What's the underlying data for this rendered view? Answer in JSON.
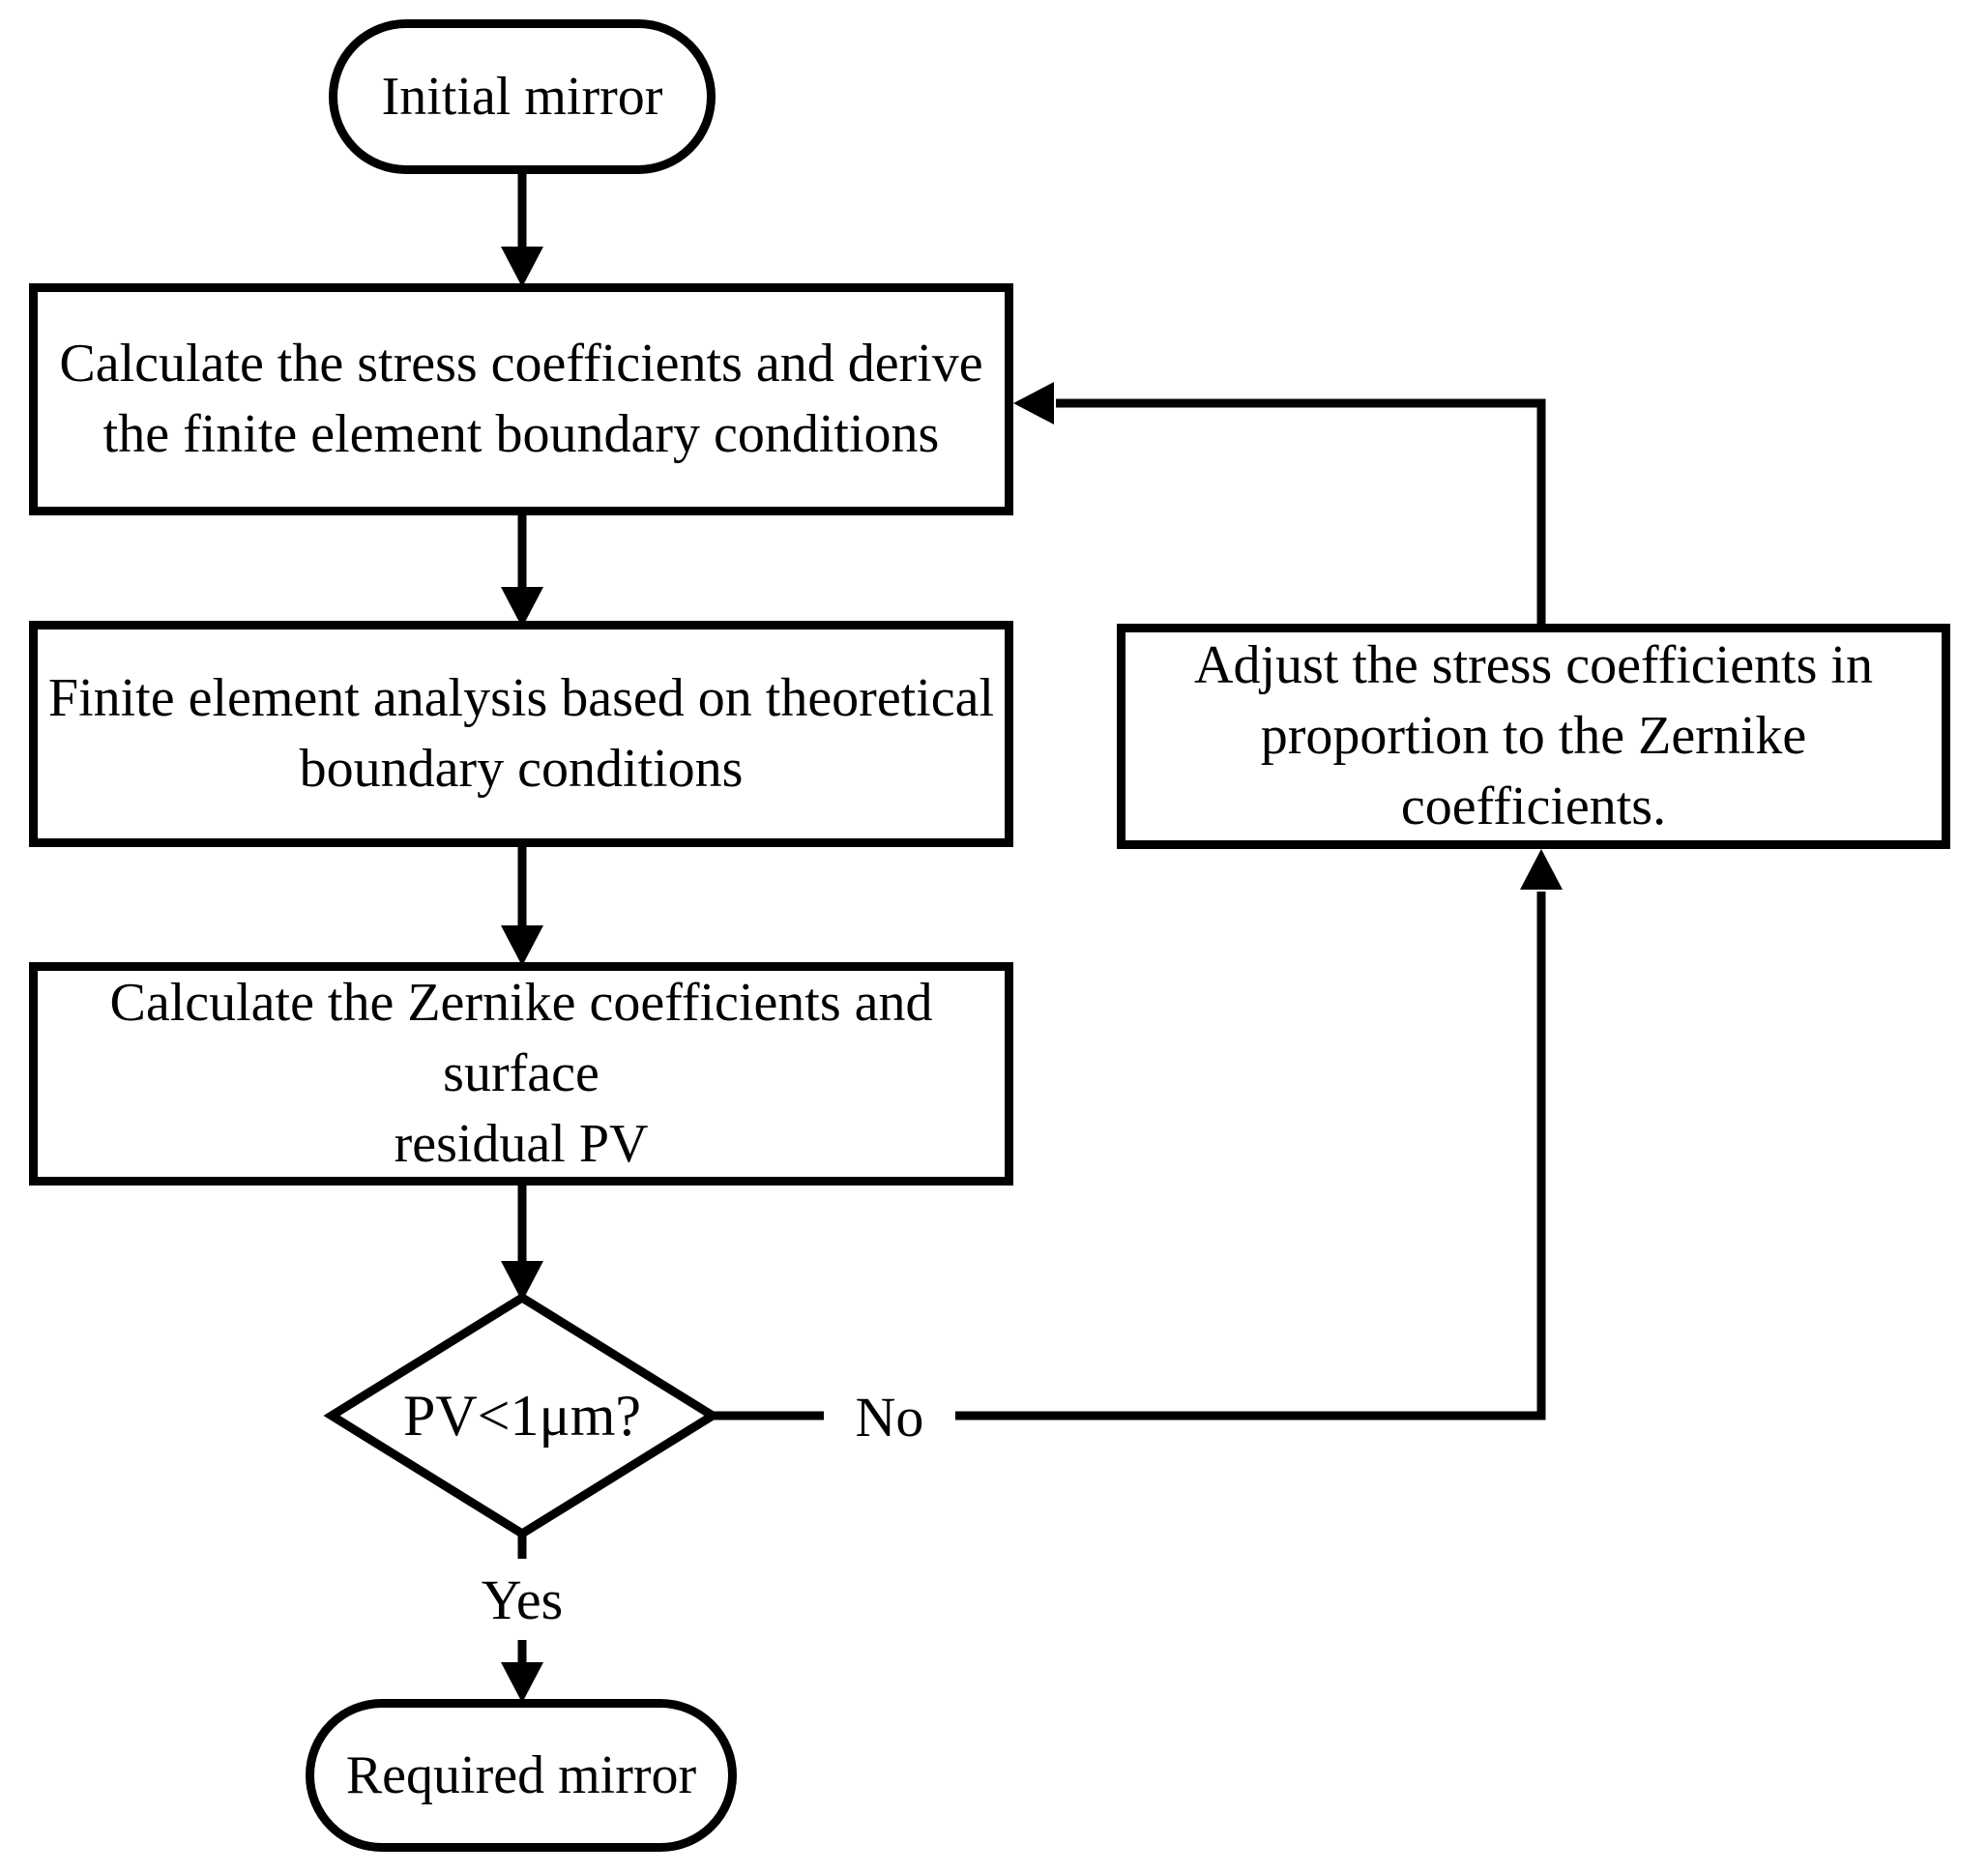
{
  "colors": {
    "background": "#ffffff",
    "line": "#000000",
    "text": "#000000"
  },
  "nodes": {
    "initial_mirror": {
      "type": "terminator",
      "label": "Initial mirror"
    },
    "calc_stress": {
      "type": "process",
      "label": "Calculate the stress coefficients and derive\nthe finite element boundary conditions"
    },
    "fea": {
      "type": "process",
      "label": "Finite element analysis based on theoretical\nboundary conditions"
    },
    "calc_zernike": {
      "type": "process",
      "label": "Calculate the Zernike coefficients and surface\nresidual PV"
    },
    "pv_check": {
      "type": "decision",
      "label": "PV<1μm?"
    },
    "adjust_stress": {
      "type": "process",
      "label": "Adjust the stress coefficients in\nproportion to the Zernike coefficients."
    },
    "required_mirror": {
      "type": "terminator",
      "label": "Required mirror"
    }
  },
  "edges": {
    "yes_label": "Yes",
    "no_label": "No"
  }
}
